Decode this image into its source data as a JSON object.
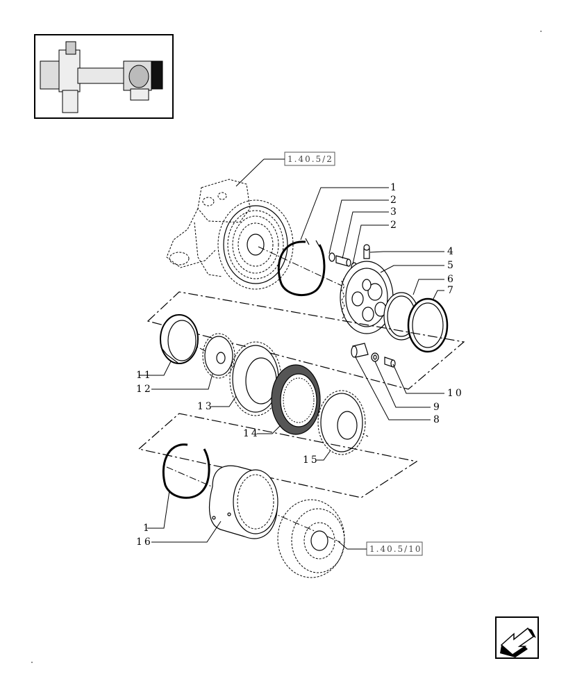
{
  "references": {
    "top": "1.40.5/2",
    "bottom": "1.40.5/10"
  },
  "callouts": [
    {
      "key": "c1a",
      "label": "1"
    },
    {
      "key": "c2a",
      "label": "2"
    },
    {
      "key": "c3",
      "label": "3"
    },
    {
      "key": "c2b",
      "label": "2"
    },
    {
      "key": "c4",
      "label": "4"
    },
    {
      "key": "c5",
      "label": "5"
    },
    {
      "key": "c6",
      "label": "6"
    },
    {
      "key": "c7",
      "label": "7"
    },
    {
      "key": "c10",
      "label": "10"
    },
    {
      "key": "c9",
      "label": "9"
    },
    {
      "key": "c8",
      "label": "8"
    },
    {
      "key": "c11",
      "label": "11"
    },
    {
      "key": "c12",
      "label": "12"
    },
    {
      "key": "c13",
      "label": "13"
    },
    {
      "key": "c14",
      "label": "14"
    },
    {
      "key": "c15",
      "label": "15"
    },
    {
      "key": "c1b",
      "label": "1"
    },
    {
      "key": "c16",
      "label": "16"
    }
  ],
  "icons": {
    "thumbnail": "axle-assembly-thumbnail",
    "navigation": "previous-page-arrow-icon"
  },
  "colors": {
    "line": "#000000",
    "background": "#ffffff",
    "reference_text": "#444444"
  }
}
